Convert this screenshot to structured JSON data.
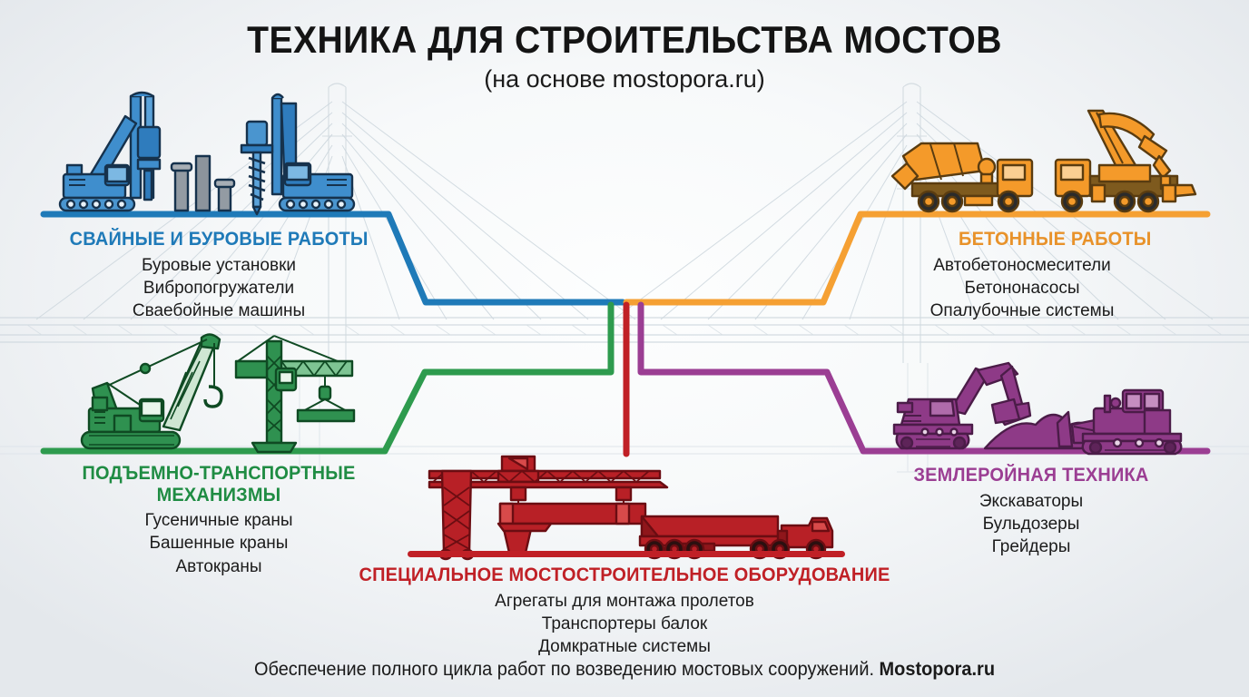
{
  "header": {
    "title": "ТЕХНИКА ДЛЯ СТРОИТЕЛЬСТВА МОСТОВ",
    "subtitle": "(на основе mostopora.ru)"
  },
  "footer": {
    "text": "Обеспечение полного цикла работ по возведению мостовых сооружений. ",
    "brand": "Mostopora.ru"
  },
  "colors": {
    "blue": "#1f7ab8",
    "orange": "#f5a033",
    "green": "#2e9b4e",
    "purple": "#9b3e93",
    "red": "#c02026",
    "background": "#f4f7f8",
    "text": "#1b1b1b"
  },
  "categories": [
    {
      "id": "piling",
      "title": "СВАЙНЫЕ И БУРОВЫЕ РАБОТЫ",
      "color": "#1f7ab8",
      "items": [
        "Буровые установки",
        "Вибропогружатели",
        "Сваебойные машины"
      ],
      "machines": [
        "drill-rig-icon",
        "piles-icon",
        "auger-rig-icon"
      ]
    },
    {
      "id": "concrete",
      "title": "БЕТОННЫЕ РАБОТЫ",
      "color": "#e8922a",
      "items": [
        "Автобетоносмесители",
        "Бетононасосы",
        "Опалубочные системы"
      ],
      "machines": [
        "concrete-mixer-truck-icon",
        "concrete-pump-truck-icon"
      ]
    },
    {
      "id": "lifting",
      "title": "ПОДЪЕМНО-ТРАНСПОРТНЫЕ\nМЕХАНИЗМЫ",
      "color": "#1f8c43",
      "items": [
        "Гусеничные краны",
        "Башенные краны",
        "Автокраны"
      ],
      "machines": [
        "crawler-crane-icon",
        "tower-crane-icon"
      ]
    },
    {
      "id": "earthmoving",
      "title": "ЗЕМЛЕРОЙНАЯ ТЕХНИКА",
      "color": "#9b3e93",
      "items": [
        "Экскаваторы",
        "Бульдозеры",
        "Грейдеры"
      ],
      "machines": [
        "excavator-icon",
        "bulldozer-icon"
      ]
    },
    {
      "id": "bridge-special",
      "title": "СПЕЦИАЛЬНОЕ МОСТОСТРОИТЕЛЬНОЕ ОБОРУДОВАНИЕ",
      "color": "#c02026",
      "items": [
        "Агрегаты для монтажа пролетов",
        "Транспортеры балок",
        "Домкратные системы"
      ],
      "machines": [
        "launching-gantry-icon",
        "beam-transporter-truck-icon"
      ]
    }
  ]
}
